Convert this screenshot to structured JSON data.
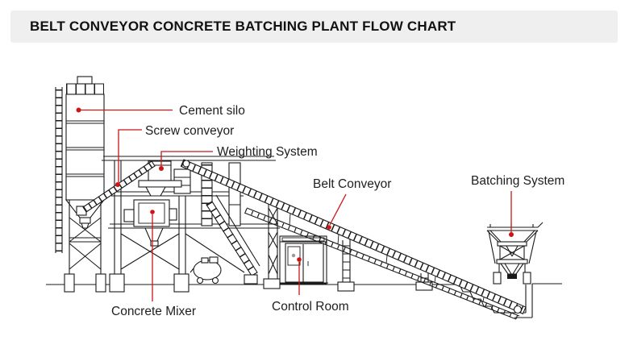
{
  "header": {
    "title": "BELT CONVEYOR CONCRETE BATCHING PLANT FLOW CHART"
  },
  "diagram": {
    "labels": {
      "cement_silo": "Cement silo",
      "screw_conveyor": "Screw conveyor",
      "weighting_system": "Weighting System",
      "belt_conveyor": "Belt Conveyor",
      "batching_system": "Batching System",
      "concrete_mixer": "Concrete Mixer",
      "control_room": "Control Room"
    },
    "colors": {
      "callout_red": "#cc1515",
      "line_ink": "#1a1a1a",
      "header_bg": "#efefef",
      "background": "#ffffff"
    }
  }
}
